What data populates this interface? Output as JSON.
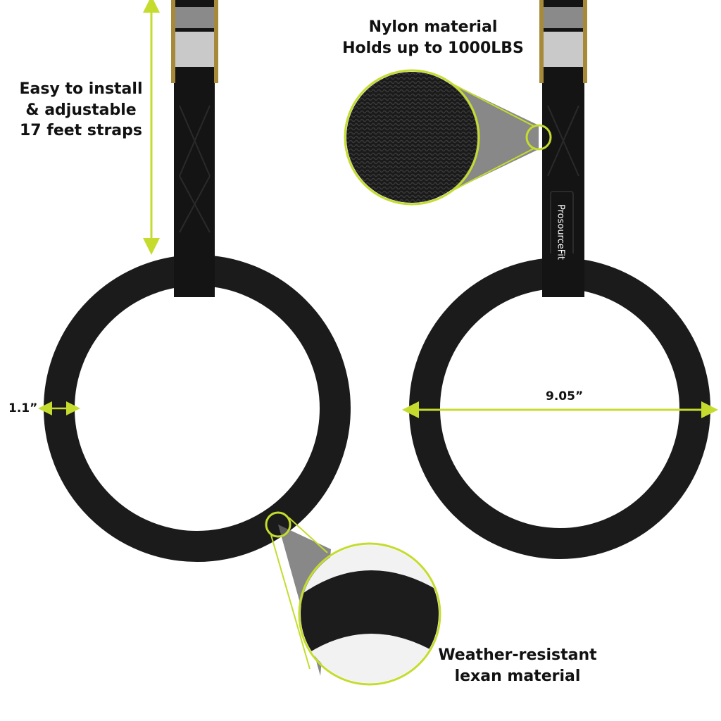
{
  "callouts": {
    "straps": [
      "Easy to install",
      "& adjustable",
      "17 feet straps"
    ],
    "nylon": [
      "Nylon material",
      "Holds up to 1000LBS"
    ],
    "lexan": [
      "Weather-resistant",
      "lexan material"
    ]
  },
  "dimensions": {
    "thickness": "1.1”",
    "diameter": "9.05”"
  },
  "brand": {
    "logo_text": "ProsourceFit"
  },
  "colors": {
    "accent": "#c5dc2e",
    "ring": "#1b1b1b",
    "strap": "#141414"
  }
}
